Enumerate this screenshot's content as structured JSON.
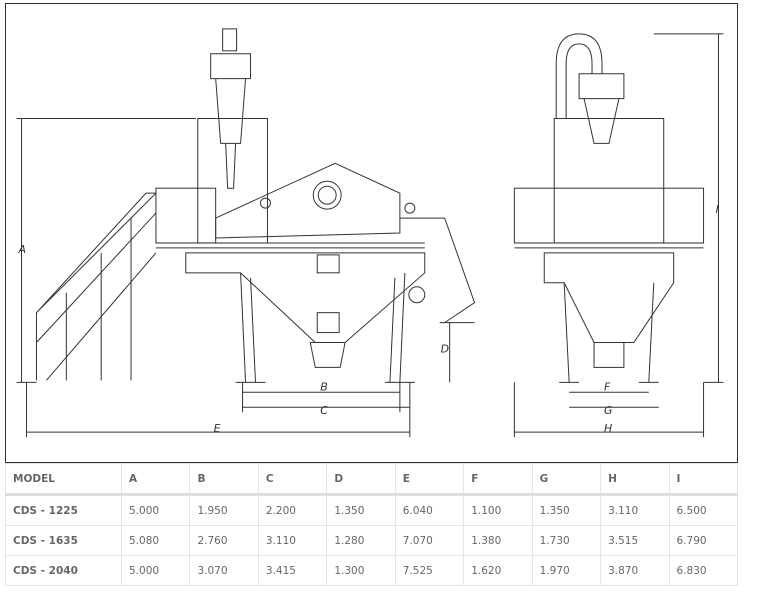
{
  "drawing": {
    "dimension_labels": {
      "A": "A",
      "B": "B",
      "C": "C",
      "D": "D",
      "E": "E",
      "F": "F",
      "G": "G",
      "H": "H",
      "I": "I"
    }
  },
  "table": {
    "headers": [
      "MODEL",
      "A",
      "B",
      "C",
      "D",
      "E",
      "F",
      "G",
      "H",
      "I"
    ],
    "rows": [
      [
        "CDS - 1225",
        "5.000",
        "1.950",
        "2.200",
        "1.350",
        "6.040",
        "1.100",
        "1.350",
        "3.110",
        "6.500"
      ],
      [
        "CDS - 1635",
        "5.080",
        "2.760",
        "3.110",
        "1.280",
        "7.070",
        "1.380",
        "1.730",
        "3.515",
        "6.790"
      ],
      [
        "CDS - 2040",
        "5.000",
        "3.070",
        "3.415",
        "1.300",
        "7.525",
        "1.620",
        "1.970",
        "3.870",
        "6.830"
      ]
    ]
  }
}
